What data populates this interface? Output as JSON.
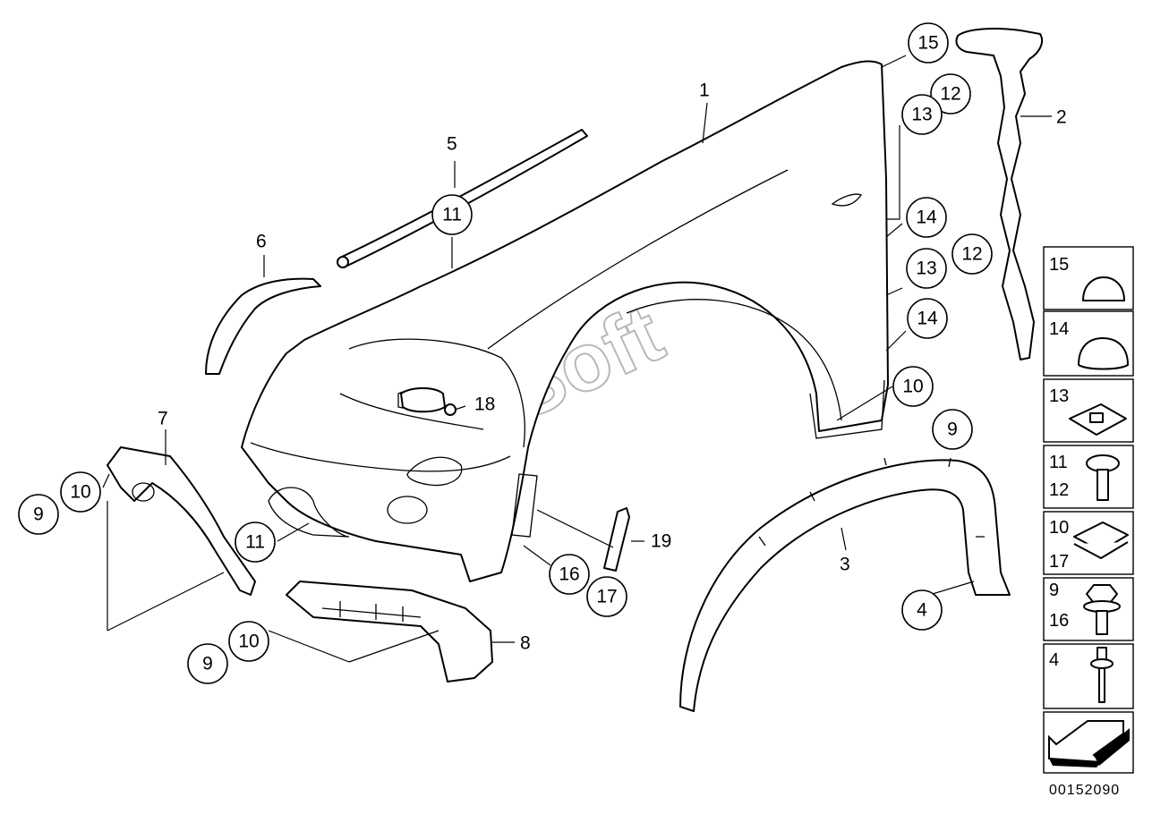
{
  "watermark": "AutoSoft",
  "document_number": "00152090",
  "callouts": {
    "c15_top": "15",
    "c12_a": "12",
    "c13_a": "13",
    "c14_a": "14",
    "c12_b": "12",
    "c13_b": "13",
    "c14_b": "14",
    "c10_right": "10",
    "c9_right": "9",
    "c11_top": "11",
    "c18": "18",
    "c10_left": "10",
    "c9_left": "9",
    "c11_left": "11",
    "c10_bottom": "10",
    "c9_bottom": "9",
    "c16": "16",
    "c17": "17",
    "c4": "4"
  },
  "labels": {
    "l1": "1",
    "l2": "2",
    "l3": "3",
    "l5": "5",
    "l6": "6",
    "l7": "7",
    "l8": "8",
    "l19": "19"
  },
  "legend": [
    {
      "numbers": [
        "15"
      ],
      "icon": "dome-cap-icon"
    },
    {
      "numbers": [
        "14"
      ],
      "icon": "large-cap-icon"
    },
    {
      "numbers": [
        "13"
      ],
      "icon": "clip-nut-icon"
    },
    {
      "numbers": [
        "11",
        "12"
      ],
      "icon": "torx-screw-icon"
    },
    {
      "numbers": [
        "10",
        "17"
      ],
      "icon": "spring-nut-icon"
    },
    {
      "numbers": [
        "9",
        "16"
      ],
      "icon": "hex-screw-icon"
    },
    {
      "numbers": [
        "4"
      ],
      "icon": "blind-rivet-icon"
    },
    {
      "numbers": [],
      "icon": "arrow-icon"
    }
  ]
}
